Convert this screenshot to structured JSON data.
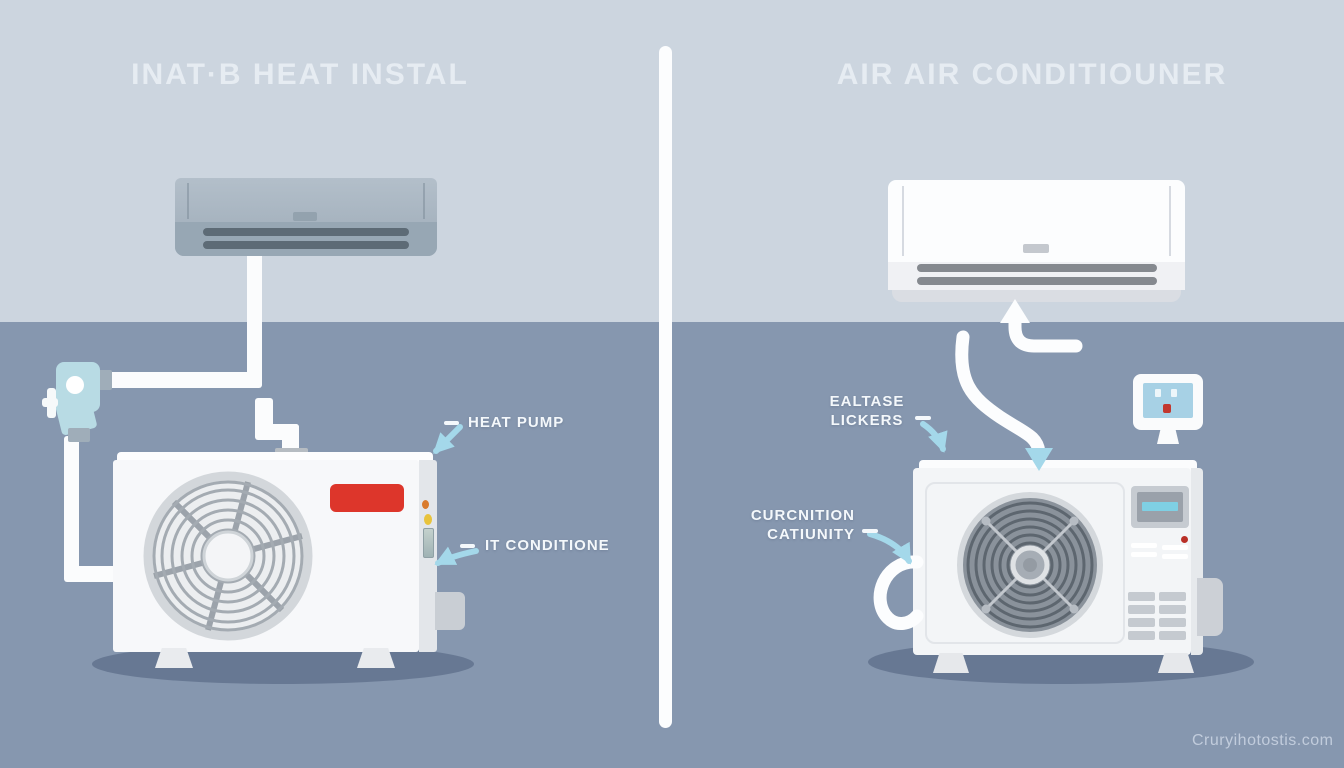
{
  "left_panel": {
    "title": "INAT·B HEAT INSTAL",
    "labels": {
      "heat_pump": "HEAT PUMP",
      "it_conditione": "IT CONDITIONE"
    }
  },
  "right_panel": {
    "title": "AIR AIR CONDITIOUNER",
    "labels": {
      "ealtase_line1": "EALTASE",
      "ealtase_line2": "LICKERS",
      "curcnition_line1": "CURCNITION",
      "curcnition_line2": "CATIUNITY"
    }
  },
  "watermark": {
    "text": "Cruryihotostis.com"
  },
  "colors": {
    "wall": "#ccd5df",
    "floor": "#8697af",
    "divider": "#fcfdfe",
    "arrow_accent": "#a4d8ea",
    "unit_red_label": "#dd362b",
    "title_text": "#e9eef4",
    "label_text": "#f4f8fb"
  }
}
